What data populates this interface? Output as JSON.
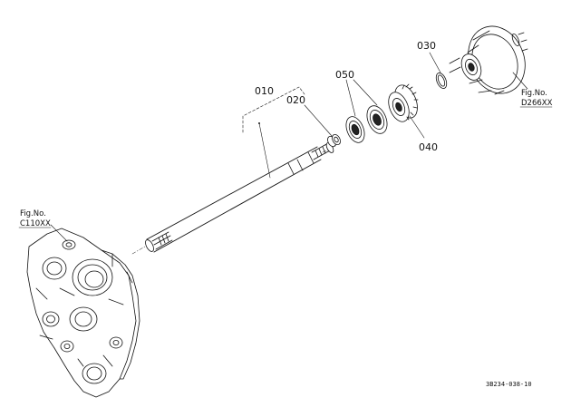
{
  "labels": {
    "p010": "010",
    "p020": "020",
    "p030": "030",
    "p040": "040",
    "p050": "050"
  },
  "refs": {
    "left": {
      "line1": "Fig.No.",
      "line2": "C110XX"
    },
    "right": {
      "line1": "Fig.No.",
      "line2": "D266XX"
    }
  },
  "diagram_code": "3B234-038-10",
  "colors": {
    "ink": "#111111",
    "paper": "#ffffff"
  }
}
